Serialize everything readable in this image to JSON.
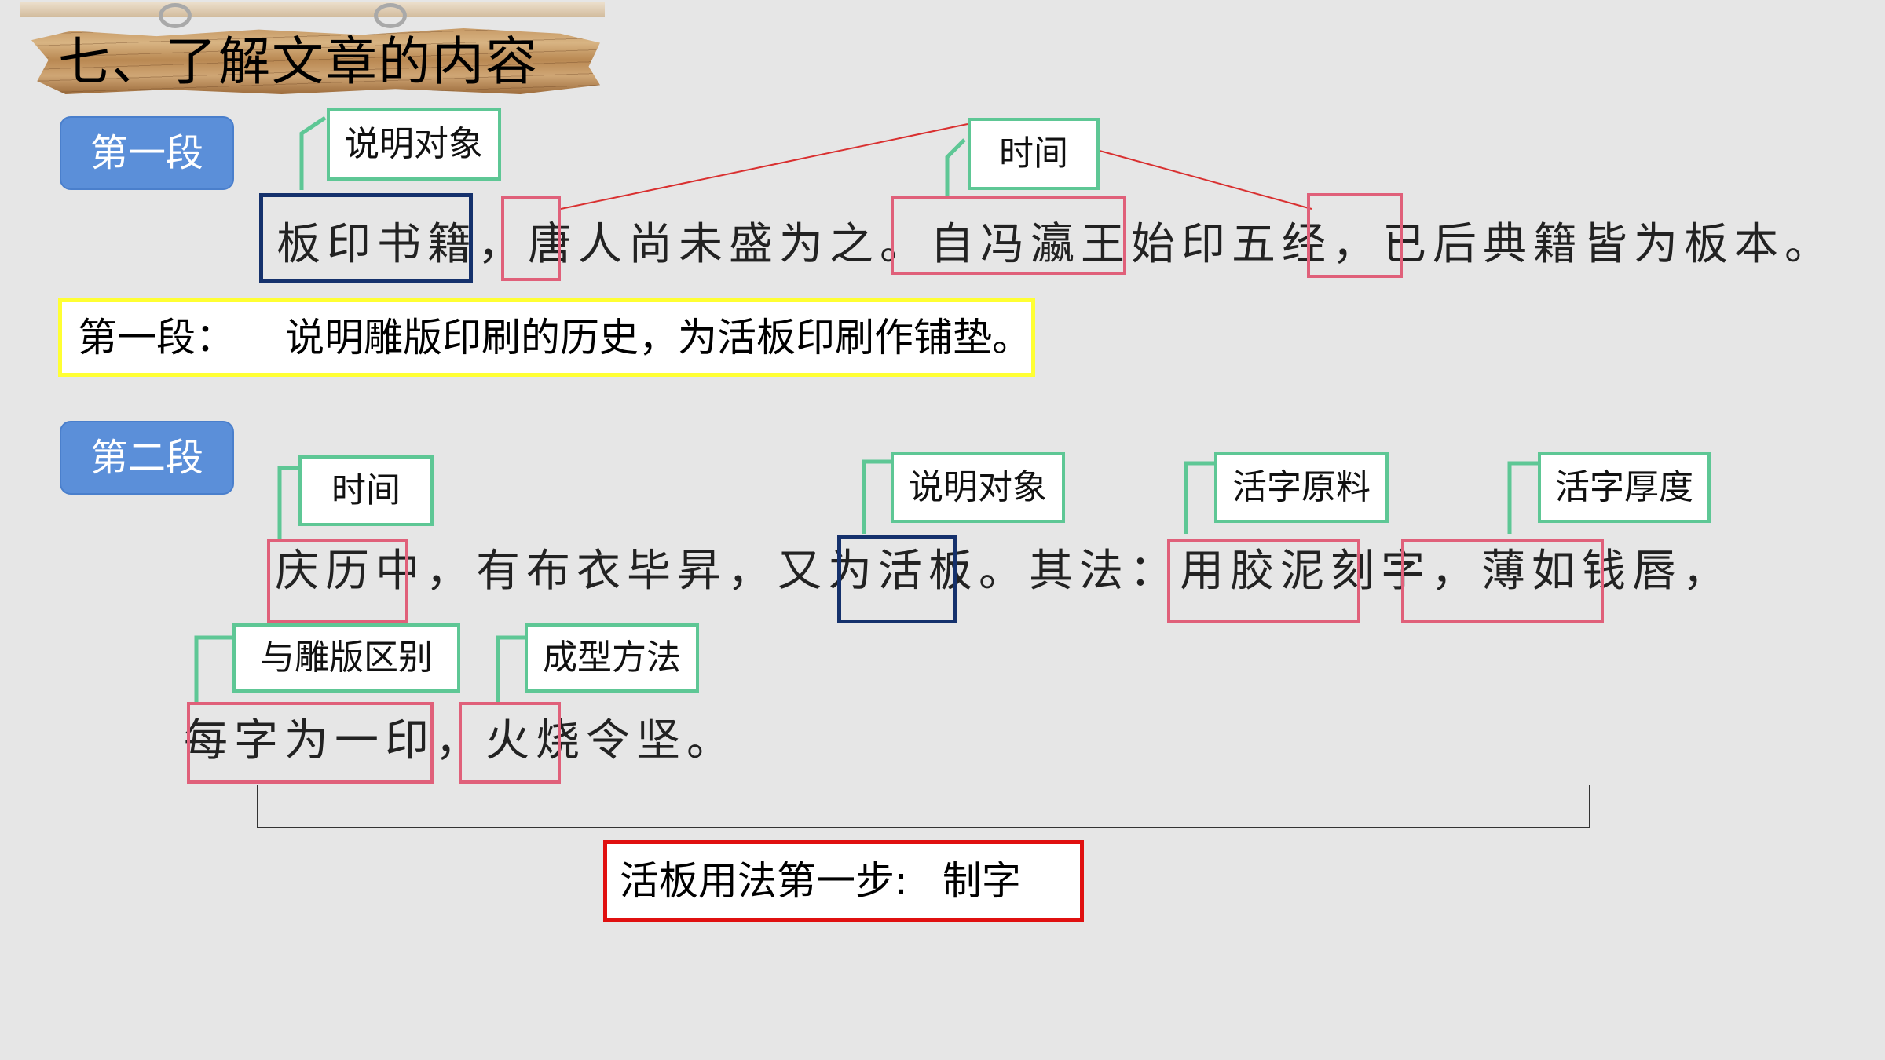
{
  "title": "七、了解文章的内容",
  "sections": [
    {
      "badge": "第一段"
    },
    {
      "badge": "第二段"
    }
  ],
  "paragraph1": {
    "text": "板印书籍，唐人尚未盛为之。自冯瀛王始印五经，已后典籍皆为板本。",
    "labels": {
      "object": "说明对象",
      "time": "时间"
    },
    "summary": {
      "prefix": "第一段：",
      "text": "说明雕版印刷的历史，为活板印刷作铺垫。"
    }
  },
  "paragraph2": {
    "line1": "庆历中，有布衣毕昇，又为活板。其法：用胶泥刻字，薄如钱唇，",
    "line2": "每字为一印，火烧令坚。",
    "labels": {
      "time": "时间",
      "object": "说明对象",
      "material": "活字原料",
      "thickness": "活字厚度",
      "difference": "与雕版区别",
      "method": "成型方法"
    },
    "summary": {
      "prefix": "活板用法第一步:",
      "text": "制字"
    }
  },
  "colors": {
    "badge": "#5b8fd9",
    "label_border": "#5ec795",
    "highlight_pink": "#e0607a",
    "highlight_navy": "#15316c",
    "summary_yellow": "#ffff33",
    "summary_red": "#e01010",
    "connector_red": "#d93030"
  }
}
